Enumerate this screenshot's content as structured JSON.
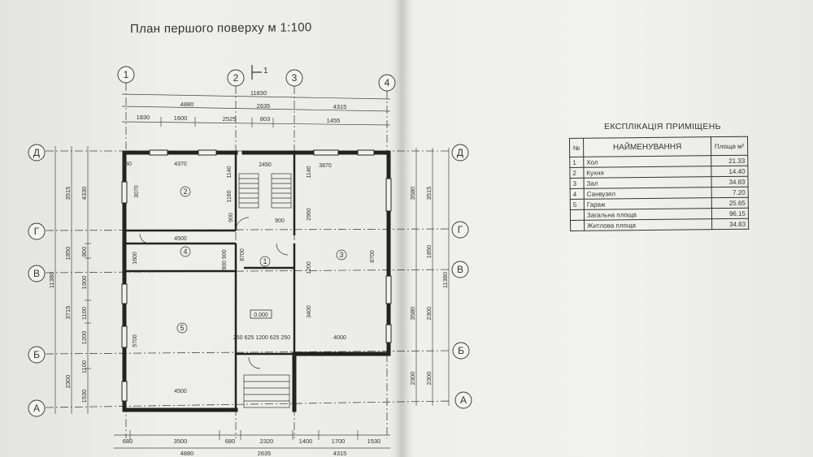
{
  "title": "План першого поверху  м 1:100",
  "axes": {
    "columns": [
      "1",
      "2",
      "3",
      "4"
    ],
    "rows": [
      "Д",
      "Г",
      "В",
      "Б",
      "А"
    ],
    "section_mark": "1"
  },
  "dimensions": {
    "top_overall": "11830",
    "top_main": [
      "4880",
      "2635",
      "4315"
    ],
    "top_detail": [
      "1830",
      "1600",
      "2525",
      "803",
      "1455"
    ],
    "bottom_detail": [
      "680",
      "3500",
      "680",
      "2320",
      "1400",
      "1700",
      "1530"
    ],
    "bottom_main": [
      "4880",
      "2635",
      "4315"
    ],
    "left_overall": "11380",
    "left_main": [
      "3515",
      "1850",
      "3715",
      "2300"
    ],
    "left_outer": [
      "4330"
    ],
    "left_detail": [
      "800",
      "1900",
      "1100",
      "1200",
      "1100",
      "1530"
    ],
    "right_overall": "11380",
    "right_main": [
      "3515",
      "1850",
      "2300",
      "2300"
    ],
    "right_detail": [
      "3580",
      "3580",
      "2300"
    ]
  },
  "interior_dims": {
    "room2_width": "4370",
    "stair_width": "2450",
    "room3_width": "3870",
    "room2_height": "3070",
    "room3_height": "2960",
    "room3_height2": "8700",
    "hall_height": "8700",
    "corr_width": "4500",
    "room4_height": "1600",
    "room5_height": "5700",
    "room1_low": "1200",
    "room3_low": "3400",
    "room3_bottom_width": "4000",
    "garage_width": "4500",
    "door_900a": "900",
    "door_900b": "900",
    "stair_1160": "1160",
    "stair_1140a": "1140",
    "stair_1140b": "1140",
    "entry_dims": "250 625   1200   625 250",
    "small_380": "380",
    "small_900_900": "900 900",
    "level": "0.000"
  },
  "room_marks": [
    "1",
    "2",
    "3",
    "4",
    "5"
  ],
  "explication": {
    "title": "ЕКСПЛІКАЦІЯ ПРИМІЩЕНЬ",
    "headers": {
      "num": "№",
      "name": "НАЙМЕНУВАННЯ",
      "area": "Площа м²"
    },
    "rows": [
      {
        "num": "1",
        "name": "Хол",
        "area": "21.33"
      },
      {
        "num": "2",
        "name": "Кухня",
        "area": "14.40"
      },
      {
        "num": "3",
        "name": "Зал",
        "area": "34.83"
      },
      {
        "num": "4",
        "name": "Санвузел",
        "area": "7.20"
      },
      {
        "num": "5",
        "name": "Гараж",
        "area": "25.65"
      },
      {
        "num": "",
        "name": "Загальна площа",
        "area": "96.15"
      },
      {
        "num": "",
        "name": "Житлова площа",
        "area": "34.83"
      }
    ]
  }
}
